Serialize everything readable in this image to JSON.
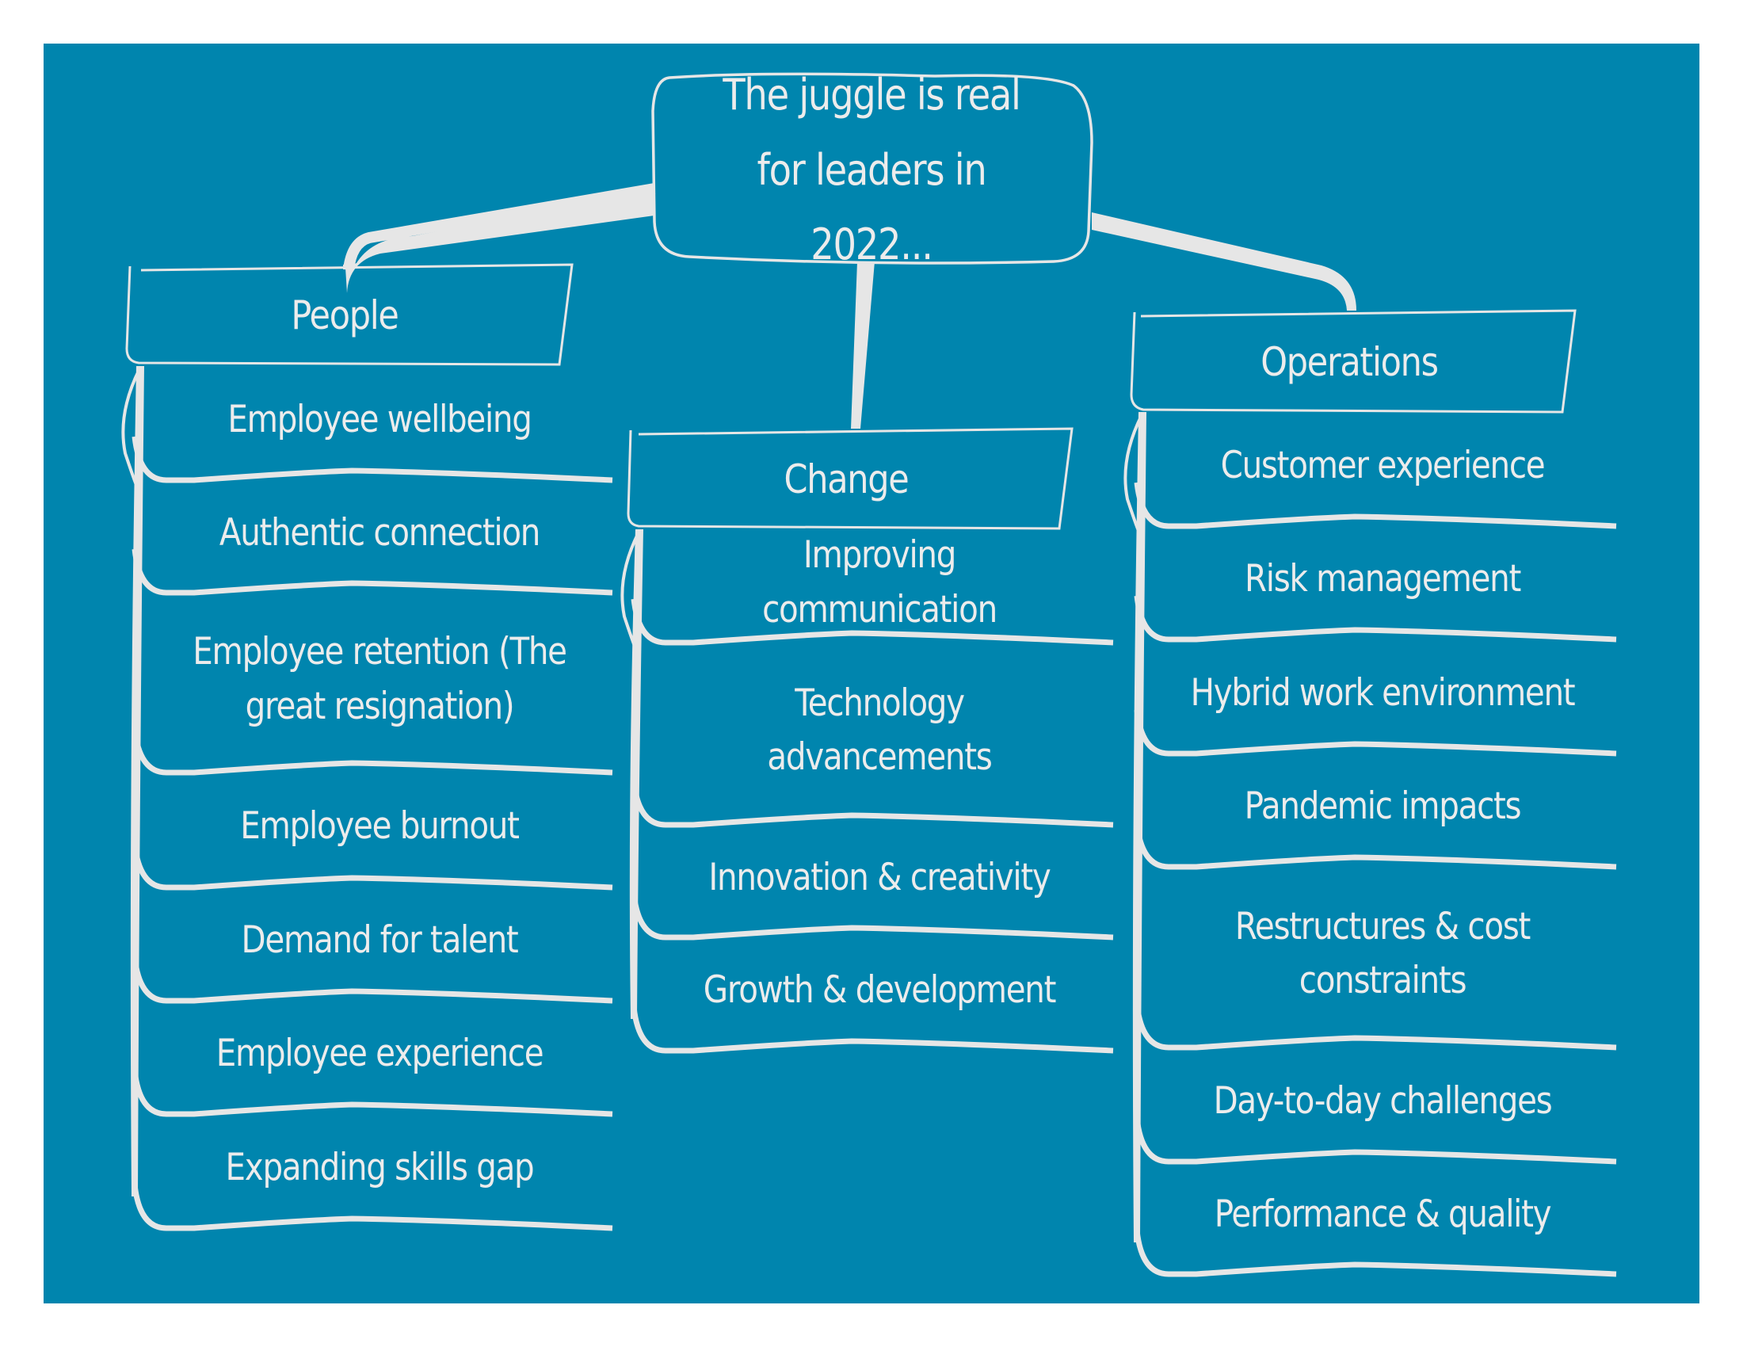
{
  "title": "The juggle is real for leaders in 2022...",
  "colors": {
    "background": "#0085AE",
    "line": "#E6E6E6",
    "text": "#ECECEC"
  },
  "categories": [
    {
      "name": "People",
      "items": [
        "Employee wellbeing",
        "Authentic connection",
        "Employee retention (The great resignation)",
        "Employee burnout",
        "Demand for talent",
        "Employee experience",
        "Expanding skills gap"
      ]
    },
    {
      "name": "Change",
      "items": [
        "Improving communication",
        "Technology advancements",
        "Innovation & creativity",
        "Growth & development"
      ]
    },
    {
      "name": "Operations",
      "items": [
        "Customer experience",
        "Risk management",
        "Hybrid work environment",
        "Pandemic impacts",
        "Restructures & cost constraints",
        "Day-to-day challenges",
        "Performance & quality"
      ]
    }
  ]
}
